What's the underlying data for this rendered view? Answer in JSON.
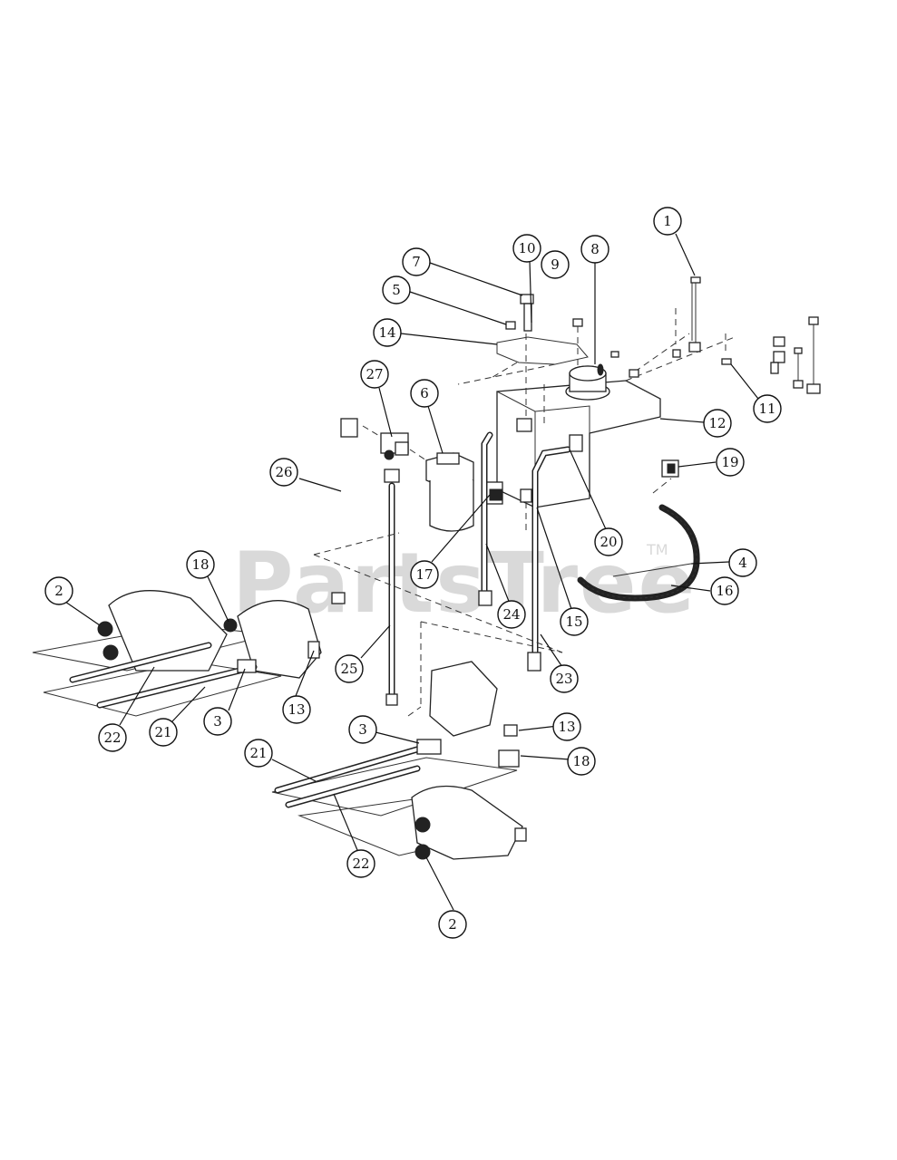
{
  "watermark": {
    "text": "PartsTree",
    "tm": "TM"
  },
  "callouts": [
    {
      "id": "c1",
      "label": "1"
    },
    {
      "id": "c7",
      "label": "7"
    },
    {
      "id": "c10",
      "label": "10"
    },
    {
      "id": "c9",
      "label": "9"
    },
    {
      "id": "c8",
      "label": "8"
    },
    {
      "id": "c5",
      "label": "5"
    },
    {
      "id": "c14",
      "label": "14"
    },
    {
      "id": "c27",
      "label": "27"
    },
    {
      "id": "c6",
      "label": "6"
    },
    {
      "id": "c11",
      "label": "11"
    },
    {
      "id": "c12",
      "label": "12"
    },
    {
      "id": "c26",
      "label": "26"
    },
    {
      "id": "c19",
      "label": "19"
    },
    {
      "id": "c20",
      "label": "20"
    },
    {
      "id": "c4",
      "label": "4"
    },
    {
      "id": "c16",
      "label": "16"
    },
    {
      "id": "c17",
      "label": "17"
    },
    {
      "id": "c24",
      "label": "24"
    },
    {
      "id": "c15",
      "label": "15"
    },
    {
      "id": "c18a",
      "label": "18"
    },
    {
      "id": "c2a",
      "label": "2"
    },
    {
      "id": "c25",
      "label": "25"
    },
    {
      "id": "c23",
      "label": "23"
    },
    {
      "id": "c13a",
      "label": "13"
    },
    {
      "id": "c3a",
      "label": "3"
    },
    {
      "id": "c22a",
      "label": "22"
    },
    {
      "id": "c21a",
      "label": "21"
    },
    {
      "id": "c3b",
      "label": "3"
    },
    {
      "id": "c13b",
      "label": "13"
    },
    {
      "id": "c18b",
      "label": "18"
    },
    {
      "id": "c21b",
      "label": "21"
    },
    {
      "id": "c22b",
      "label": "22"
    },
    {
      "id": "c2b",
      "label": "2"
    }
  ]
}
